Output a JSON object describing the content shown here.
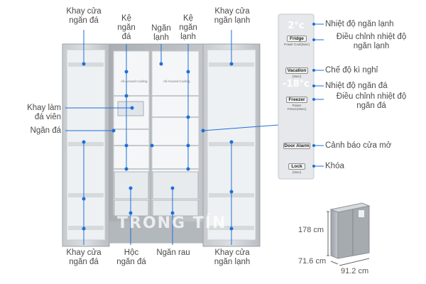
{
  "labels": {
    "left_top_door_bins": [
      "Khay cửa",
      "ngăn đá"
    ],
    "freezer_shelf": [
      "Kệ",
      "ngăn",
      "đá"
    ],
    "fridge_compartment": [
      "Ngăn",
      "lạnh"
    ],
    "fridge_shelf": [
      "Kệ",
      "ngăn",
      "lạnh"
    ],
    "right_top_door_bins": [
      "Khay cửa",
      "ngăn lạnh"
    ],
    "ice_tray": [
      "Khay làm",
      "đá viên"
    ],
    "freezer_compartment": "Ngăn đá",
    "left_bottom_door_bins": [
      "Khay cửa",
      "ngăn đá"
    ],
    "freezer_drawer": [
      "Hộc",
      "ngăn đá"
    ],
    "vegetable_drawer": "Ngăn rau",
    "right_bottom_door_bins": [
      "Khay cửa",
      "ngăn lạnh"
    ]
  },
  "control_panel": {
    "fridge_temp_label": "Nhiệt độ ngăn lạnh",
    "fridge_adjust_label": [
      "Điều chỉnh nhiệt độ",
      "ngăn lạnh"
    ],
    "vacation_label": "Chế độ kì nghỉ",
    "freezer_temp_label": "Nhiệt độ ngăn đá",
    "freezer_adjust_label": [
      "Điều chỉnh nhiệt độ",
      "ngăn đá"
    ],
    "door_alarm_label": "Cảnh báo cửa mở",
    "lock_label": "Khóa",
    "buttons": {
      "fridge": "Fridge",
      "fridge_sub": "Power Cool(3sec)",
      "vacation": "Vacation",
      "vacation_sub": "(3sec)",
      "freezer": "Freezer",
      "freezer_sub": "Power Freeze(3sec)",
      "door_alarm": "Door Alarm",
      "lock": "Lock",
      "lock_sub": "(3sec)"
    },
    "fridge_display": "2°C",
    "freezer_display": "-18°C"
  },
  "dimensions": {
    "height": "178 cm",
    "depth": "71.6 cm",
    "width": "91.2 cm"
  },
  "interior_tags": {
    "left": "All-Around Cooling",
    "right": "All-Around Cooling"
  },
  "watermark": "TRONG TÍN",
  "colors": {
    "marker": "#1e6fd9",
    "fridge_body": "#b8bcc0",
    "interior": "#f3f5f7",
    "panel": "#e6e8eb"
  }
}
